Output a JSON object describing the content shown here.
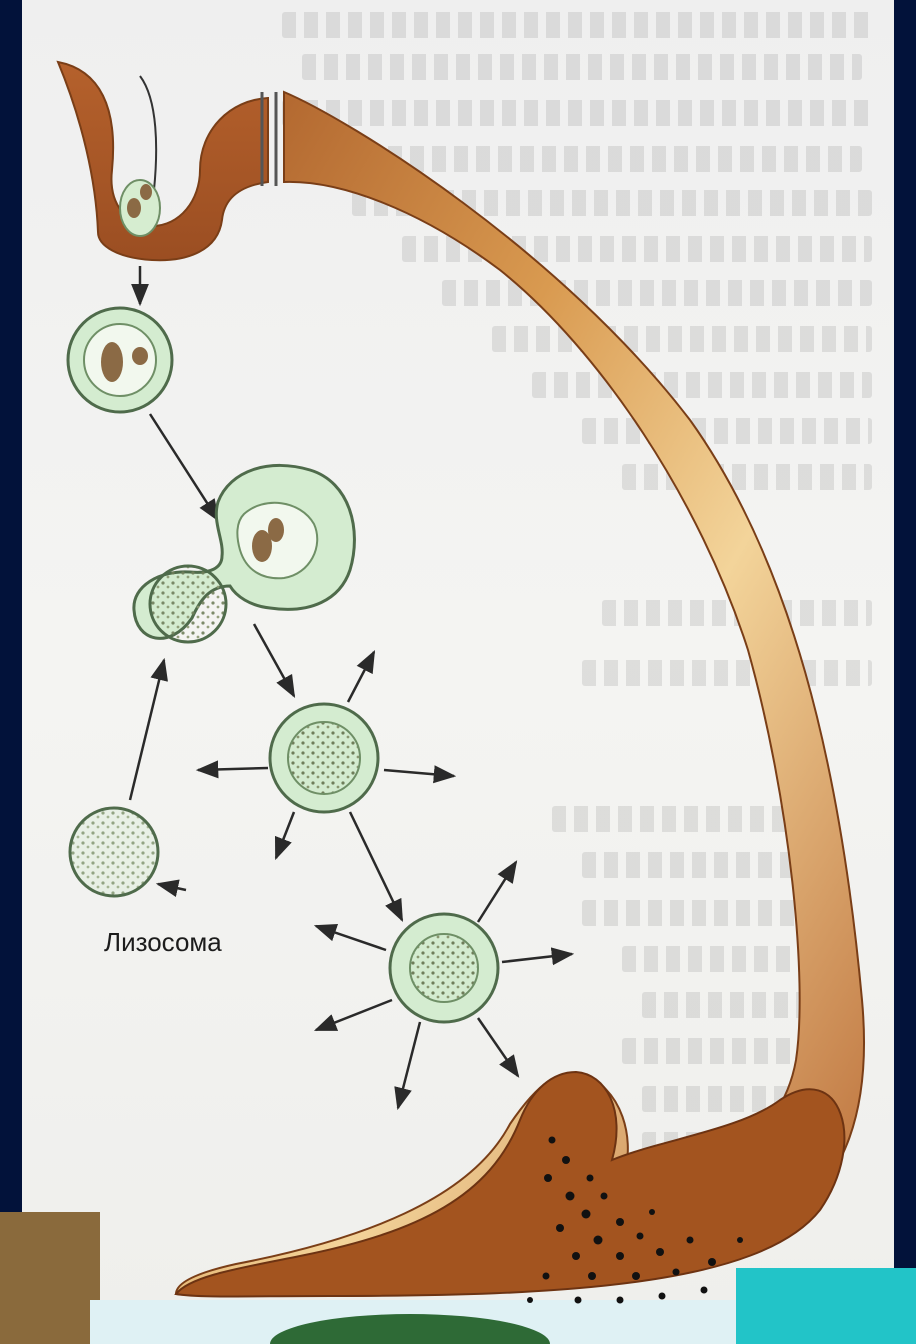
{
  "labels": {
    "lysosome": "Лизосома"
  },
  "colors": {
    "background": "#02123a",
    "membrane_dark": "#b5612c",
    "membrane_light": "#f6d89a",
    "vesicle_fill": "#d4ecd0",
    "vesicle_ring": "#5b7a57",
    "arrow": "#2a2a2a"
  },
  "icons": {
    "top_cut": "double-line-break",
    "secretion": "dot-cluster"
  }
}
